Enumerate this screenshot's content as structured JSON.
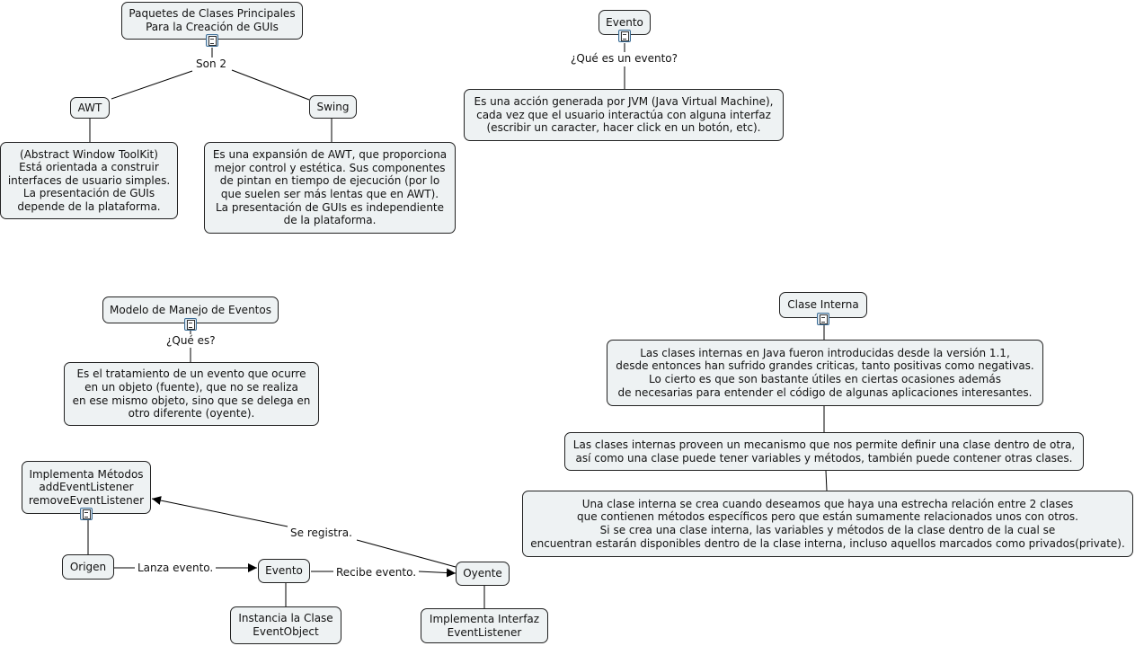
{
  "nodes": {
    "paquetes": "Paquetes de Clases Principales\nPara la Creación de GUIs",
    "awt": "AWT",
    "swing": "Swing",
    "awt_desc": "(Abstract Window ToolKit)\nEstá orientada a construir\ninterfaces de usuario simples.\nLa presentación de GUIs\ndepende de la plataforma.",
    "swing_desc": "Es una expansión de AWT, que proporciona\nmejor control y estética. Sus componentes\nde pintan en tiempo de ejecución (por lo\nque suelen ser más lentas que en AWT).\nLa presentación de GUIs es independiente\nde la plataforma.",
    "evento_top": "Evento",
    "evento_desc": "Es una acción generada por JVM (Java Virtual Machine),\ncada vez que el usuario interactúa con alguna interfaz\n(escribir un caracter, hacer click en un botón, etc).",
    "modelo": "Modelo de Manejo de Eventos",
    "modelo_desc": "Es el tratamiento de un evento que ocurre\nen un objeto (fuente), que no se realiza\nen ese mismo objeto, sino que se delega en\notro diferente (oyente).",
    "implementa_metodos": "Implementa Métodos\naddEventListener\nremoveEventListener",
    "origen": "Origen",
    "evento_mid": "Evento",
    "oyente": "Oyente",
    "instancia": "Instancia la Clase\nEventObject",
    "implementa_interfaz": "Implementa Interfaz\nEventListener",
    "clase_interna": "Clase Interna",
    "ci_desc1": "Las clases internas en Java fueron introducidas desde la versión 1.1,\ndesde entonces han sufrido grandes  criticas, tanto positivas como negativas.\nLo cierto es que son bastante útiles en ciertas ocasiones además\nde necesarias para entender el código de algunas aplicaciones interesantes.",
    "ci_desc2": "Las clases internas proveen un mecanismo que nos permite definir una clase dentro de otra,\nasí como una clase puede tener variables y métodos, también puede contener otras clases.",
    "ci_desc3": "Una clase interna se crea cuando deseamos que haya una estrecha relación entre 2 clases\nque contienen métodos específicos pero que están sumamente relacionados unos con otros.\nSi se crea una clase interna, las variables y métodos de la clase dentro de la cual se\nencuentran estarán disponibles dentro de la clase interna, incluso aquellos marcados como privados(private)."
  },
  "labels": {
    "son2": "Son 2",
    "que_es_evento": "¿Qué es un evento?",
    "que_es": "¿Qué es?",
    "se_registra": "Se registra.",
    "lanza_evento": "Lanza evento.",
    "recibe_evento": "Recibe evento."
  },
  "icons": [
    "document-icon"
  ],
  "colors": {
    "node_fill": "#eef2f3",
    "node_border": "#222222",
    "link": "#000000"
  }
}
